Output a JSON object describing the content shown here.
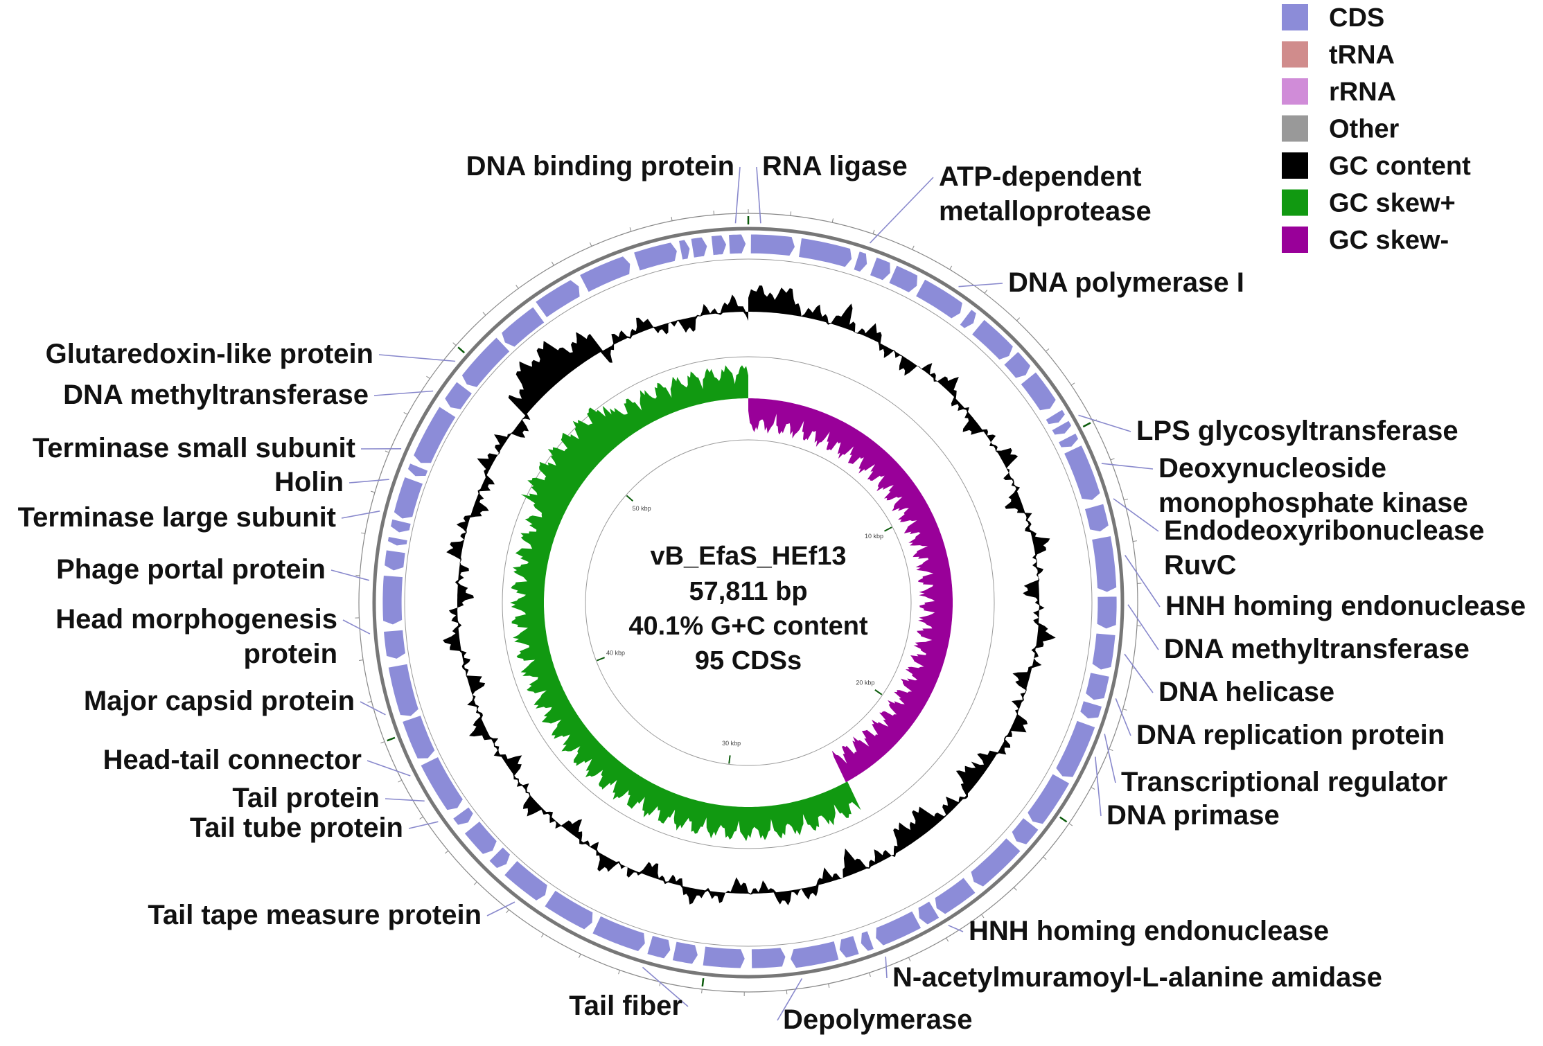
{
  "genome": {
    "name": "vB_EfaS_HEf13",
    "length_label": "57,811 bp",
    "gc_label": "40.1% G+C content",
    "cds_label": "95 CDSs",
    "length_bp": 57811
  },
  "legend": [
    {
      "label": "CDS",
      "color": "#8c8cd8"
    },
    {
      "label": "tRNA",
      "color": "#d08c8c"
    },
    {
      "label": "rRNA",
      "color": "#d08cd8"
    },
    {
      "label": "Other",
      "color": "#999999"
    },
    {
      "label": "GC content",
      "color": "#000000"
    },
    {
      "label": "GC skew+",
      "color": "#119911"
    },
    {
      "label": "GC skew-",
      "color": "#990099"
    }
  ],
  "ruler": [
    "10 kbp",
    "20 kbp",
    "30 kbp",
    "40 kbp",
    "50 kbp"
  ],
  "annotations": [
    {
      "text": "DNA binding protein",
      "lines": [
        "DNA binding protein"
      ],
      "pos": 57500
    },
    {
      "text": "RNA ligase",
      "lines": [
        "RNA ligase"
      ],
      "pos": 300
    },
    {
      "text": "ATP-dependent metalloprotease",
      "lines": [
        "ATP-dependent",
        "metalloprotease"
      ],
      "pos": 3000
    },
    {
      "text": "DNA polymerase I",
      "lines": [
        "DNA polymerase I"
      ],
      "pos": 5400
    },
    {
      "text": "LPS glycosyltransferase",
      "lines": [
        "LPS glycosyltransferase"
      ],
      "pos": 9700
    },
    {
      "text": "Deoxynucleoside monophosphate kinase",
      "lines": [
        "Deoxynucleoside",
        "monophosphate kinase"
      ],
      "pos": 11000
    },
    {
      "text": "Endodeoxyribonuclease RuvC",
      "lines": [
        "Endodeoxyribonuclease",
        "RuvC"
      ],
      "pos": 11900
    },
    {
      "text": "HNH homing endonuclease",
      "lines": [
        "HNH homing endonuclease"
      ],
      "pos": 13300
    },
    {
      "text": "DNA methyltransferase",
      "lines": [
        "DNA methyltransferase"
      ],
      "pos": 14500
    },
    {
      "text": "DNA helicase",
      "lines": [
        "DNA helicase"
      ],
      "pos": 15700
    },
    {
      "text": "DNA replication protein",
      "lines": [
        "DNA replication protein"
      ],
      "pos": 16800
    },
    {
      "text": "Transcriptional regulator",
      "lines": [
        "Transcriptional regulator"
      ],
      "pos": 17700
    },
    {
      "text": "DNA primase",
      "lines": [
        "DNA primase"
      ],
      "pos": 18300
    },
    {
      "text": "HNH homing endonuclease",
      "lines": [
        "HNH homing endonuclease"
      ],
      "pos": 23800
    },
    {
      "text": "N-acetylmuramoyl-L-alanine amidase",
      "lines": [
        "N-acetylmuramoyl-L-alanine amidase"
      ],
      "pos": 25500
    },
    {
      "text": "Depolymerase",
      "lines": [
        "Depolymerase"
      ],
      "pos": 27600
    },
    {
      "text": "Tail fiber",
      "lines": [
        "Tail fiber"
      ],
      "pos": 31500
    },
    {
      "text": "Tail tape measure protein",
      "lines": [
        "Tail tape measure protein"
      ],
      "pos": 35000
    },
    {
      "text": "Tail tube protein",
      "lines": [
        "Tail tube protein"
      ],
      "pos": 37700
    },
    {
      "text": "Tail protein",
      "lines": [
        "Tail protein"
      ],
      "pos": 38300
    },
    {
      "text": "Head-tail connector",
      "lines": [
        "Head-tail connector"
      ],
      "pos": 39000
    },
    {
      "text": "Major capsid protein",
      "lines": [
        "Major capsid protein"
      ],
      "pos": 40600
    },
    {
      "text": "Head morphogenesis protein",
      "lines": [
        "Head morphogenesis",
        "protein"
      ],
      "pos": 42600
    },
    {
      "text": "Phage portal protein",
      "lines": [
        "Phage portal protein"
      ],
      "pos": 43900
    },
    {
      "text": "Terminase large subunit",
      "lines": [
        "Terminase large subunit"
      ],
      "pos": 45600
    },
    {
      "text": "Holin",
      "lines": [
        "Holin"
      ],
      "pos": 46400
    },
    {
      "text": "Terminase small subunit",
      "lines": [
        "Terminase small subunit"
      ],
      "pos": 47200
    },
    {
      "text": "DNA methyltransferase",
      "lines": [
        "DNA methyltransferase"
      ],
      "pos": 48800
    },
    {
      "text": "Glutaredoxin-like protein",
      "lines": [
        "Glutaredoxin-like protein"
      ],
      "pos": 49700
    }
  ]
}
